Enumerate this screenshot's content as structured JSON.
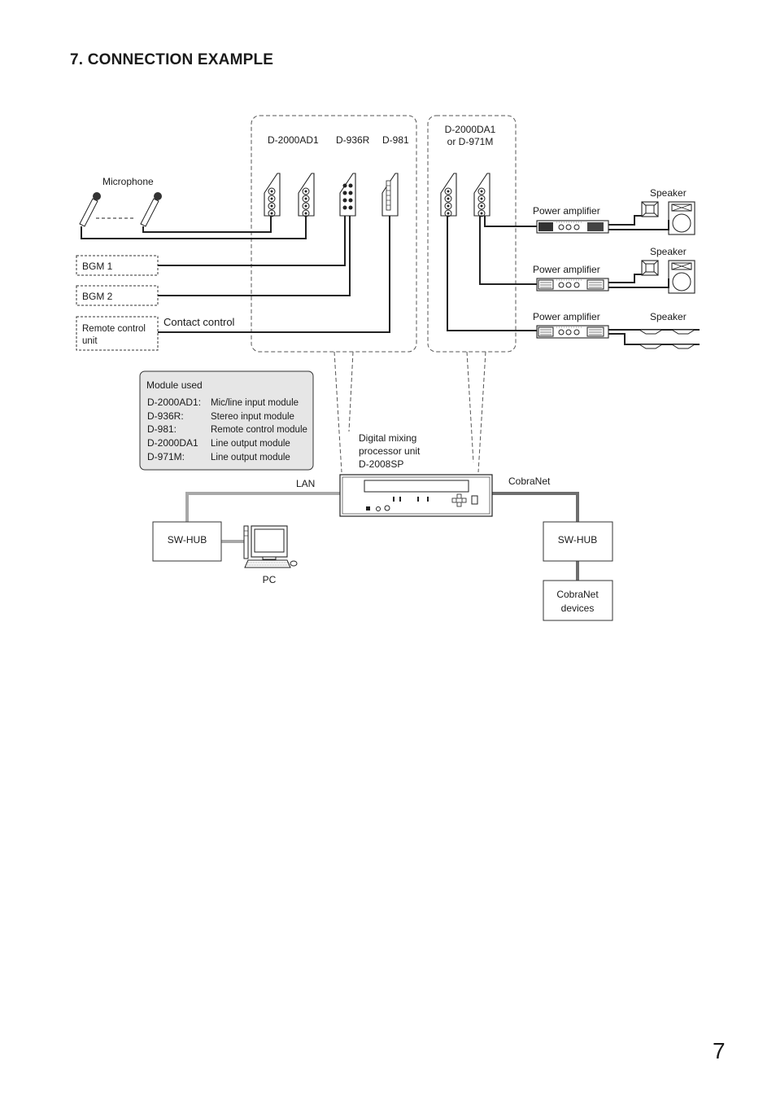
{
  "page": {
    "heading": "7. CONNECTION EXAMPLE",
    "page_number": "7"
  },
  "modules": {
    "d2000ad1": "D-2000AD1",
    "d936r": "D-936R",
    "d981": "D-981",
    "output_line1": "D-2000DA1",
    "output_line2": "or D-971M"
  },
  "sources": {
    "microphone": "Microphone",
    "bgm1": "BGM 1",
    "bgm2": "BGM 2",
    "remote_line1": "Remote control",
    "remote_line2": "unit",
    "contact_control": "Contact control"
  },
  "outputs": {
    "rows": [
      {
        "amp": "Power amplifier",
        "speaker": "Speaker"
      },
      {
        "amp": "Power amplifier",
        "speaker": "Speaker"
      },
      {
        "amp": "Power amplifier",
        "speaker": "Speaker"
      }
    ]
  },
  "legend": {
    "title": "Module used",
    "items": [
      {
        "model": "D-2000AD1:",
        "desc": "Mic/line input module"
      },
      {
        "model": "D-936R:",
        "desc": "Stereo input module"
      },
      {
        "model": "D-981:",
        "desc": "Remote control module"
      },
      {
        "model": "D-2000DA1",
        "desc": "Line output module"
      },
      {
        "model": "D-971M:",
        "desc": "Line output module"
      }
    ]
  },
  "processor": {
    "line1": "Digital mixing",
    "line2": "processor unit",
    "line3": "D-2008SP"
  },
  "network": {
    "lan": "LAN",
    "cobranet": "CobraNet",
    "hub_left": "SW-HUB",
    "hub_right": "SW-HUB",
    "pc": "PC",
    "devices_line1": "CobraNet",
    "devices_line2": "devices"
  },
  "colors": {
    "lan_cable": "#a8a8a8",
    "cobranet_cable": "#6e6e6e",
    "legend_bg": "#e6e6e6"
  }
}
